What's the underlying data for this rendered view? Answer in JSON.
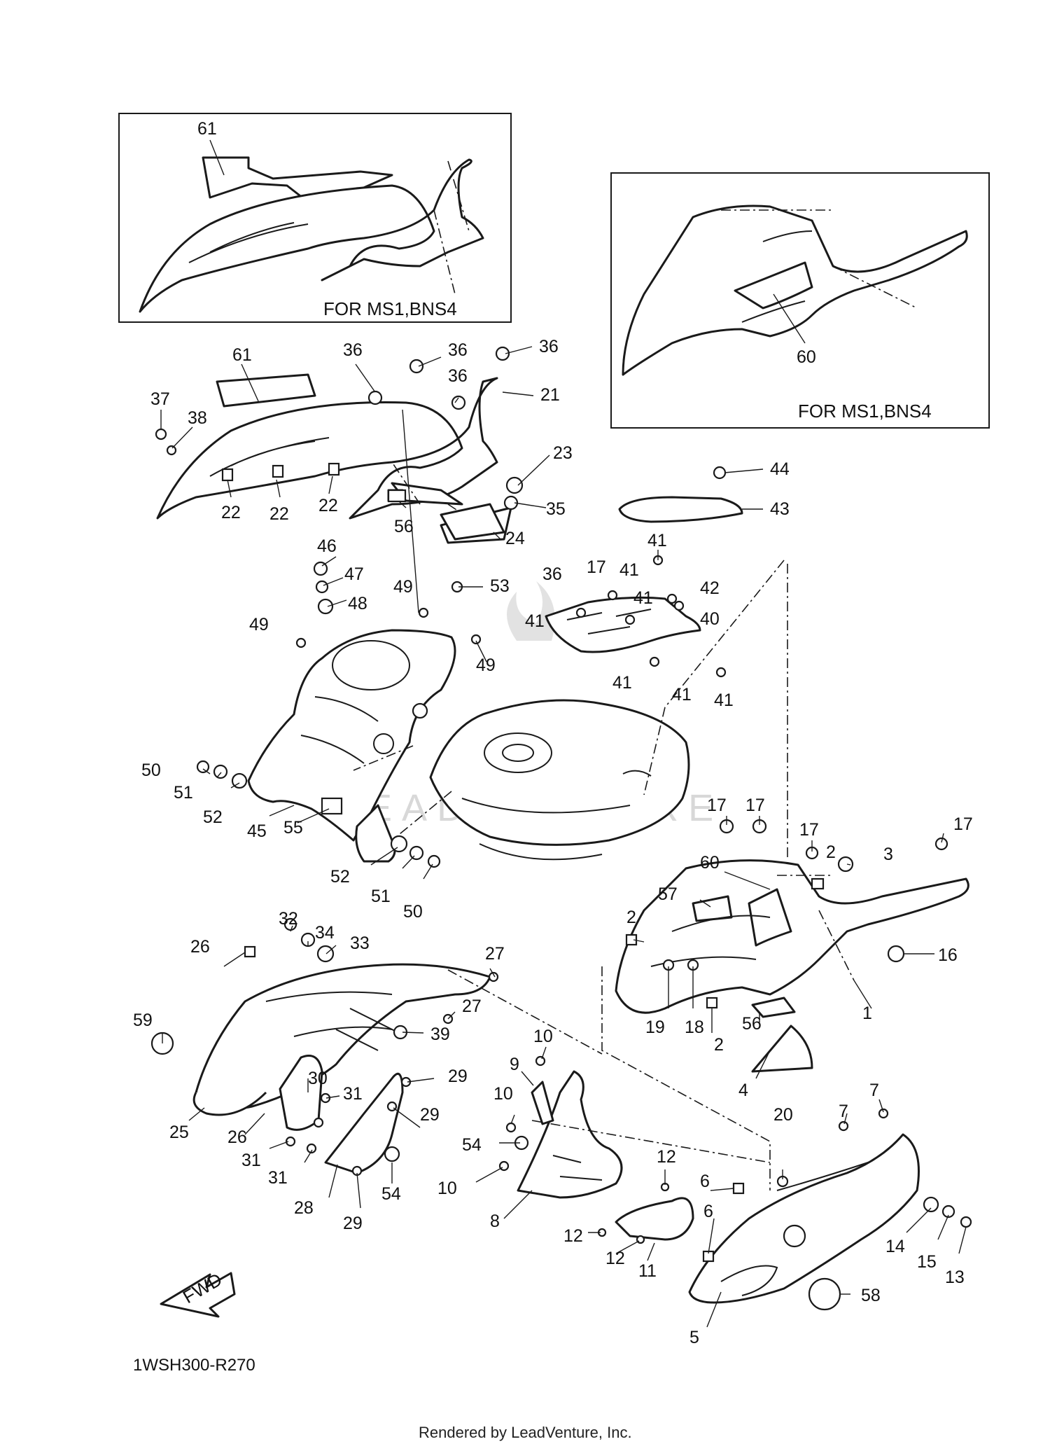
{
  "diagram_code": "1WSH300-R270",
  "credit": "Rendered by LeadVenture, Inc.",
  "watermark": "LEADVENTURE",
  "fwd_label": "FWD",
  "inset_notes": [
    "FOR MS1,BNS4",
    "FOR MS1,BNS4"
  ],
  "callouts": [
    "61",
    "36",
    "36",
    "36",
    "36",
    "37",
    "38",
    "21",
    "22",
    "22",
    "22",
    "23",
    "35",
    "56",
    "24",
    "44",
    "43",
    "41",
    "46",
    "47",
    "48",
    "49",
    "53",
    "36",
    "17",
    "41",
    "42",
    "41",
    "40",
    "49",
    "49",
    "41",
    "41",
    "41",
    "41",
    "50",
    "51",
    "52",
    "45",
    "55",
    "52",
    "51",
    "50",
    "17",
    "17",
    "17",
    "17",
    "60",
    "2",
    "3",
    "57",
    "2",
    "16",
    "19",
    "18",
    "2",
    "56",
    "1",
    "4",
    "32",
    "34",
    "33",
    "26",
    "27",
    "59",
    "27",
    "39",
    "30",
    "31",
    "29",
    "25",
    "26",
    "31",
    "31",
    "29",
    "28",
    "29",
    "54",
    "10",
    "9",
    "10",
    "54",
    "10",
    "8",
    "12",
    "6",
    "7",
    "7",
    "20",
    "12",
    "12",
    "11",
    "6",
    "14",
    "15",
    "13",
    "58",
    "5",
    "60"
  ]
}
